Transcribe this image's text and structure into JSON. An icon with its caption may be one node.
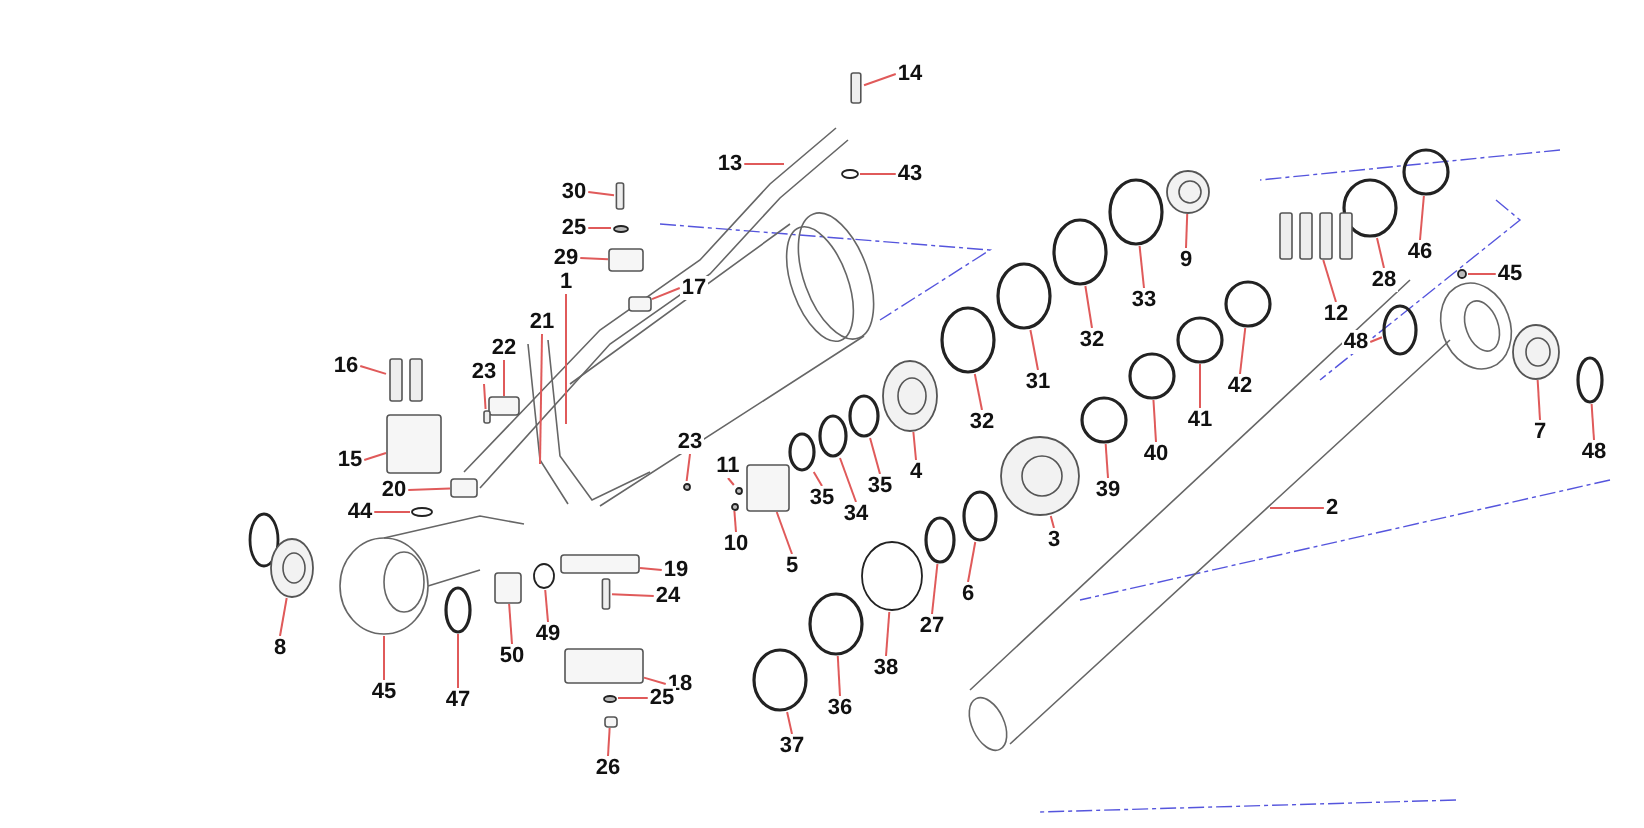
{
  "diagram": {
    "nodes": [
      {
        "text": [
          "14"
        ]
      },
      {
        "text": [
          "13"
        ]
      },
      {
        "text": [
          "43"
        ]
      },
      {
        "text": [
          "30"
        ]
      },
      {
        "text": [
          "25"
        ]
      },
      {
        "text": [
          "46"
        ]
      },
      {
        "text": [
          "29"
        ]
      },
      {
        "text": [
          "9"
        ]
      },
      {
        "text": [
          "45"
        ]
      },
      {
        "text": [
          "28"
        ]
      },
      {
        "text": [
          "1"
        ]
      },
      {
        "text": [
          "17"
        ]
      },
      {
        "text": [
          "33"
        ]
      },
      {
        "text": [
          "12"
        ]
      },
      {
        "text": [
          "21"
        ]
      },
      {
        "text": [
          "32"
        ]
      },
      {
        "text": [
          "48"
        ]
      },
      {
        "text": [
          "22"
        ]
      },
      {
        "text": [
          "16"
        ]
      },
      {
        "text": [
          "23"
        ]
      },
      {
        "text": [
          "31"
        ]
      },
      {
        "text": [
          "42"
        ]
      },
      {
        "text": [
          "41"
        ]
      },
      {
        "text": [
          "32"
        ]
      },
      {
        "text": [
          "7"
        ]
      },
      {
        "text": [
          "23"
        ]
      },
      {
        "text": [
          "48"
        ]
      },
      {
        "text": [
          "40"
        ]
      },
      {
        "text": [
          "15"
        ]
      },
      {
        "text": [
          "11"
        ]
      },
      {
        "text": [
          "4"
        ]
      },
      {
        "text": [
          "35"
        ]
      },
      {
        "text": [
          "20"
        ]
      },
      {
        "text": [
          "39"
        ]
      },
      {
        "text": [
          "35"
        ]
      },
      {
        "text": [
          "2"
        ]
      },
      {
        "text": [
          "44"
        ]
      },
      {
        "text": [
          "34"
        ]
      },
      {
        "text": [
          "3"
        ]
      },
      {
        "text": [
          "10"
        ]
      },
      {
        "text": [
          "5"
        ]
      },
      {
        "text": [
          "19"
        ]
      },
      {
        "text": [
          "6"
        ]
      },
      {
        "text": [
          "24"
        ]
      },
      {
        "text": [
          "27"
        ]
      },
      {
        "text": [
          "49"
        ]
      },
      {
        "text": [
          "8"
        ]
      },
      {
        "text": [
          "50"
        ]
      },
      {
        "text": [
          "38"
        ]
      },
      {
        "text": [
          "18"
        ]
      },
      {
        "text": [
          "45"
        ]
      },
      {
        "text": [
          "25"
        ]
      },
      {
        "text": [
          "47"
        ]
      },
      {
        "text": [
          "36"
        ]
      },
      {
        "text": [
          "37"
        ]
      },
      {
        "text": [
          "26"
        ]
      },
      {
        "text": [],
        "shape": "bar"
      },
      {
        "text": [],
        "shape": "circle"
      },
      {
        "text": [],
        "shape": "bar"
      },
      {
        "text": [],
        "shape": "circle"
      },
      {
        "text": [],
        "shape": "circle"
      },
      {
        "text": [],
        "shape": "box"
      },
      {
        "text": [],
        "shape": "cylinder"
      },
      {
        "text": [],
        "shape": "circle"
      },
      {
        "text": [],
        "shape": "circle"
      },
      {
        "text": [],
        "shape": "circle"
      },
      {
        "text": [],
        "shape": "bar"
      },
      {
        "text": [],
        "shape": "circle"
      },
      {
        "text": [],
        "shape": "circle"
      },
      {
        "text": [],
        "shape": "box"
      },
      {
        "text": [],
        "shape": "bar"
      },
      {
        "text": [],
        "shape": "bar"
      },
      {
        "text": [],
        "shape": "circle"
      },
      {
        "text": [],
        "shape": "circle"
      },
      {
        "text": [],
        "shape": "circle"
      },
      {
        "text": [],
        "shape": "circle"
      },
      {
        "text": [],
        "shape": "cylinder"
      },
      {
        "text": [],
        "shape": "circle"
      },
      {
        "text": [],
        "shape": "circle"
      },
      {
        "text": [],
        "shape": "circle"
      },
      {
        "text": [],
        "shape": "box"
      },
      {
        "text": [],
        "shape": "circle"
      },
      {
        "text": [],
        "shape": "cylinder"
      },
      {
        "text": [],
        "shape": "circle"
      },
      {
        "text": [],
        "shape": "box"
      },
      {
        "text": [],
        "shape": "circle"
      },
      {
        "text": [],
        "shape": "circle"
      },
      {
        "text": [],
        "shape": "circle"
      },
      {
        "text": [],
        "shape": "circle"
      },
      {
        "text": [],
        "shape": "cylinder"
      },
      {
        "text": [],
        "shape": "circle"
      },
      {
        "text": [],
        "shape": "box"
      },
      {
        "text": [],
        "shape": "box"
      },
      {
        "text": [],
        "shape": "circle"
      },
      {
        "text": [],
        "shape": "bar"
      },
      {
        "text": [],
        "shape": "circle"
      },
      {
        "text": [],
        "shape": "circle"
      },
      {
        "text": [],
        "shape": "cylinder"
      },
      {
        "text": [],
        "shape": "box"
      },
      {
        "text": [],
        "shape": "circle"
      },
      {
        "text": [],
        "shape": "box"
      },
      {
        "text": [],
        "shape": "circle"
      },
      {
        "text": [],
        "shape": "circle"
      },
      {
        "text": [],
        "shape": "circle"
      },
      {
        "text": [],
        "shape": "circle"
      },
      {
        "text": [],
        "shape": "box"
      },
      {
        "text": [],
        "shape": "box"
      }
    ],
    "edges": [
      {
        "from": 0,
        "to": 56,
        "arrow": "none"
      },
      {
        "from": 1,
        "to": null,
        "arrow": "none"
      },
      {
        "from": 2,
        "to": 57,
        "arrow": "none"
      },
      {
        "from": 3,
        "to": 58,
        "arrow": "none"
      },
      {
        "from": 4,
        "to": 59,
        "arrow": "none"
      },
      {
        "from": 5,
        "to": 60,
        "arrow": "none"
      },
      {
        "from": 6,
        "to": 61,
        "arrow": "none"
      },
      {
        "from": 7,
        "to": 62,
        "arrow": "none"
      },
      {
        "from": 8,
        "to": 63,
        "arrow": "none"
      },
      {
        "from": 9,
        "to": 64,
        "arrow": "none"
      },
      {
        "from": 10,
        "to": null,
        "arrow": "none"
      },
      {
        "from": 11,
        "to": 106,
        "arrow": "none"
      },
      {
        "from": 12,
        "to": 65,
        "arrow": "none"
      },
      {
        "from": 13,
        "to": 66,
        "arrow": "none"
      },
      {
        "from": 14,
        "to": null,
        "arrow": "none"
      },
      {
        "from": 15,
        "to": 67,
        "arrow": "none"
      },
      {
        "from": 16,
        "to": 68,
        "arrow": "none"
      },
      {
        "from": 17,
        "to": 69,
        "arrow": "none"
      },
      {
        "from": 18,
        "to": 70,
        "arrow": "none"
      },
      {
        "from": 19,
        "to": 71,
        "arrow": "none"
      },
      {
        "from": 20,
        "to": 72,
        "arrow": "none"
      },
      {
        "from": 21,
        "to": 73,
        "arrow": "none"
      },
      {
        "from": 22,
        "to": 74,
        "arrow": "none"
      },
      {
        "from": 23,
        "to": 75,
        "arrow": "none"
      },
      {
        "from": 24,
        "to": 76,
        "arrow": "none"
      },
      {
        "from": 25,
        "to": 77,
        "arrow": "none"
      },
      {
        "from": 26,
        "to": 78,
        "arrow": "none"
      },
      {
        "from": 27,
        "to": 79,
        "arrow": "none"
      },
      {
        "from": 28,
        "to": 80,
        "arrow": "none"
      },
      {
        "from": 29,
        "to": 81,
        "arrow": "none"
      },
      {
        "from": 30,
        "to": 82,
        "arrow": "none"
      },
      {
        "from": 31,
        "to": 83,
        "arrow": "none"
      },
      {
        "from": 32,
        "to": 84,
        "arrow": "none"
      },
      {
        "from": 33,
        "to": 85,
        "arrow": "none"
      },
      {
        "from": 34,
        "to": 86,
        "arrow": "none"
      },
      {
        "from": 35,
        "to": null,
        "arrow": "none"
      },
      {
        "from": 36,
        "to": 87,
        "arrow": "none"
      },
      {
        "from": 37,
        "to": 88,
        "arrow": "none"
      },
      {
        "from": 38,
        "to": 89,
        "arrow": "none"
      },
      {
        "from": 39,
        "to": 90,
        "arrow": "none"
      },
      {
        "from": 40,
        "to": 91,
        "arrow": "none"
      },
      {
        "from": 41,
        "to": 92,
        "arrow": "none"
      },
      {
        "from": 42,
        "to": 93,
        "arrow": "none"
      },
      {
        "from": 43,
        "to": 94,
        "arrow": "none"
      },
      {
        "from": 44,
        "to": 95,
        "arrow": "none"
      },
      {
        "from": 45,
        "to": 96,
        "arrow": "none"
      },
      {
        "from": 46,
        "to": 97,
        "arrow": "none"
      },
      {
        "from": 47,
        "to": 98,
        "arrow": "none"
      },
      {
        "from": 48,
        "to": 99,
        "arrow": "none"
      },
      {
        "from": 49,
        "to": 100,
        "arrow": "none"
      },
      {
        "from": 50,
        "to": null,
        "arrow": "none"
      },
      {
        "from": 51,
        "to": 101,
        "arrow": "none"
      },
      {
        "from": 52,
        "to": 102,
        "arrow": "none"
      },
      {
        "from": 53,
        "to": 103,
        "arrow": "none"
      },
      {
        "from": 54,
        "to": 104,
        "arrow": "none"
      },
      {
        "from": 55,
        "to": 105,
        "arrow": "none"
      }
    ]
  }
}
